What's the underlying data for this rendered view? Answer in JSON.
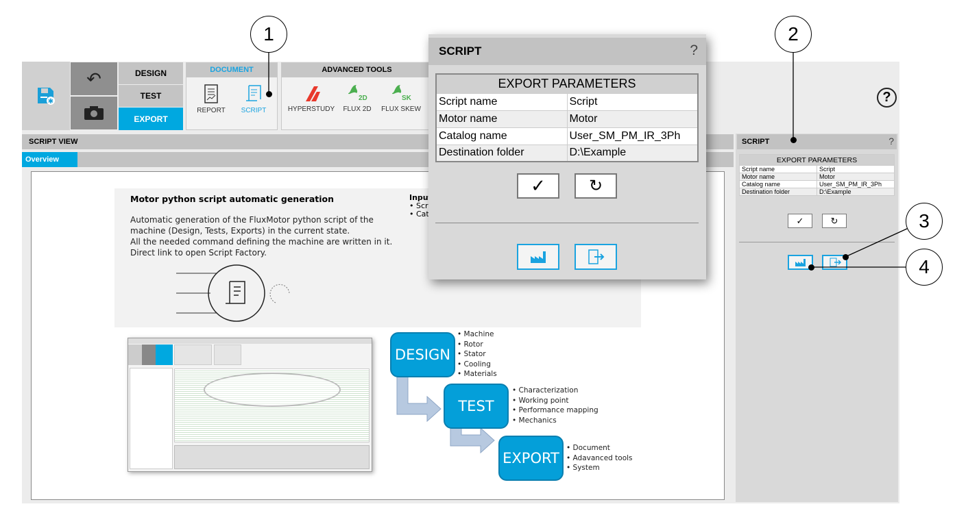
{
  "callouts": [
    "1",
    "2",
    "3",
    "4"
  ],
  "toolbar": {
    "nav": [
      "DESIGN",
      "TEST",
      "EXPORT"
    ],
    "document": {
      "title": "DOCUMENT",
      "items": [
        "REPORT",
        "SCRIPT"
      ]
    },
    "advanced": {
      "title": "ADVANCED TOOLS",
      "items": [
        "HYPERSTUDY",
        "FLUX 2D",
        "FLUX SKEW"
      ]
    },
    "help": "?"
  },
  "view": {
    "title": "SCRIPT VIEW",
    "tab": "Overview"
  },
  "overview": {
    "heading": "Motor python script automatic generation",
    "lines": [
      "Automatic generation of the FluxMotor python script of the",
      "machine (Design, Tests, Exports) in the current state.",
      "All the needed command defining the machine are written in it.",
      "Direct link to open Script Factory."
    ],
    "inputs_heading": "Input",
    "inputs": [
      "Scr",
      "Cat"
    ]
  },
  "flow": {
    "design": "DESIGN",
    "design_items": [
      "Machine",
      "Rotor",
      "Stator",
      "Cooling",
      "Materials"
    ],
    "test": "TEST",
    "test_items": [
      "Characterization",
      "Working point",
      "Performance mapping",
      "Mechanics"
    ],
    "export": "EXPORT",
    "export_items": [
      "Document",
      "Adavanced tools",
      "System"
    ]
  },
  "panel": {
    "title": "SCRIPT",
    "help": "?",
    "table_title": "EXPORT PARAMETERS",
    "rows": [
      {
        "label": "Script name",
        "value": "Script"
      },
      {
        "label": "Motor name",
        "value": "Motor"
      },
      {
        "label": "Catalog name",
        "value": "User_SM_PM_IR_3Ph"
      },
      {
        "label": "Destination folder",
        "value": "D:\\Example"
      }
    ]
  },
  "colors": {
    "accent": "#00a8e0",
    "panel": "#d9d9d9"
  }
}
